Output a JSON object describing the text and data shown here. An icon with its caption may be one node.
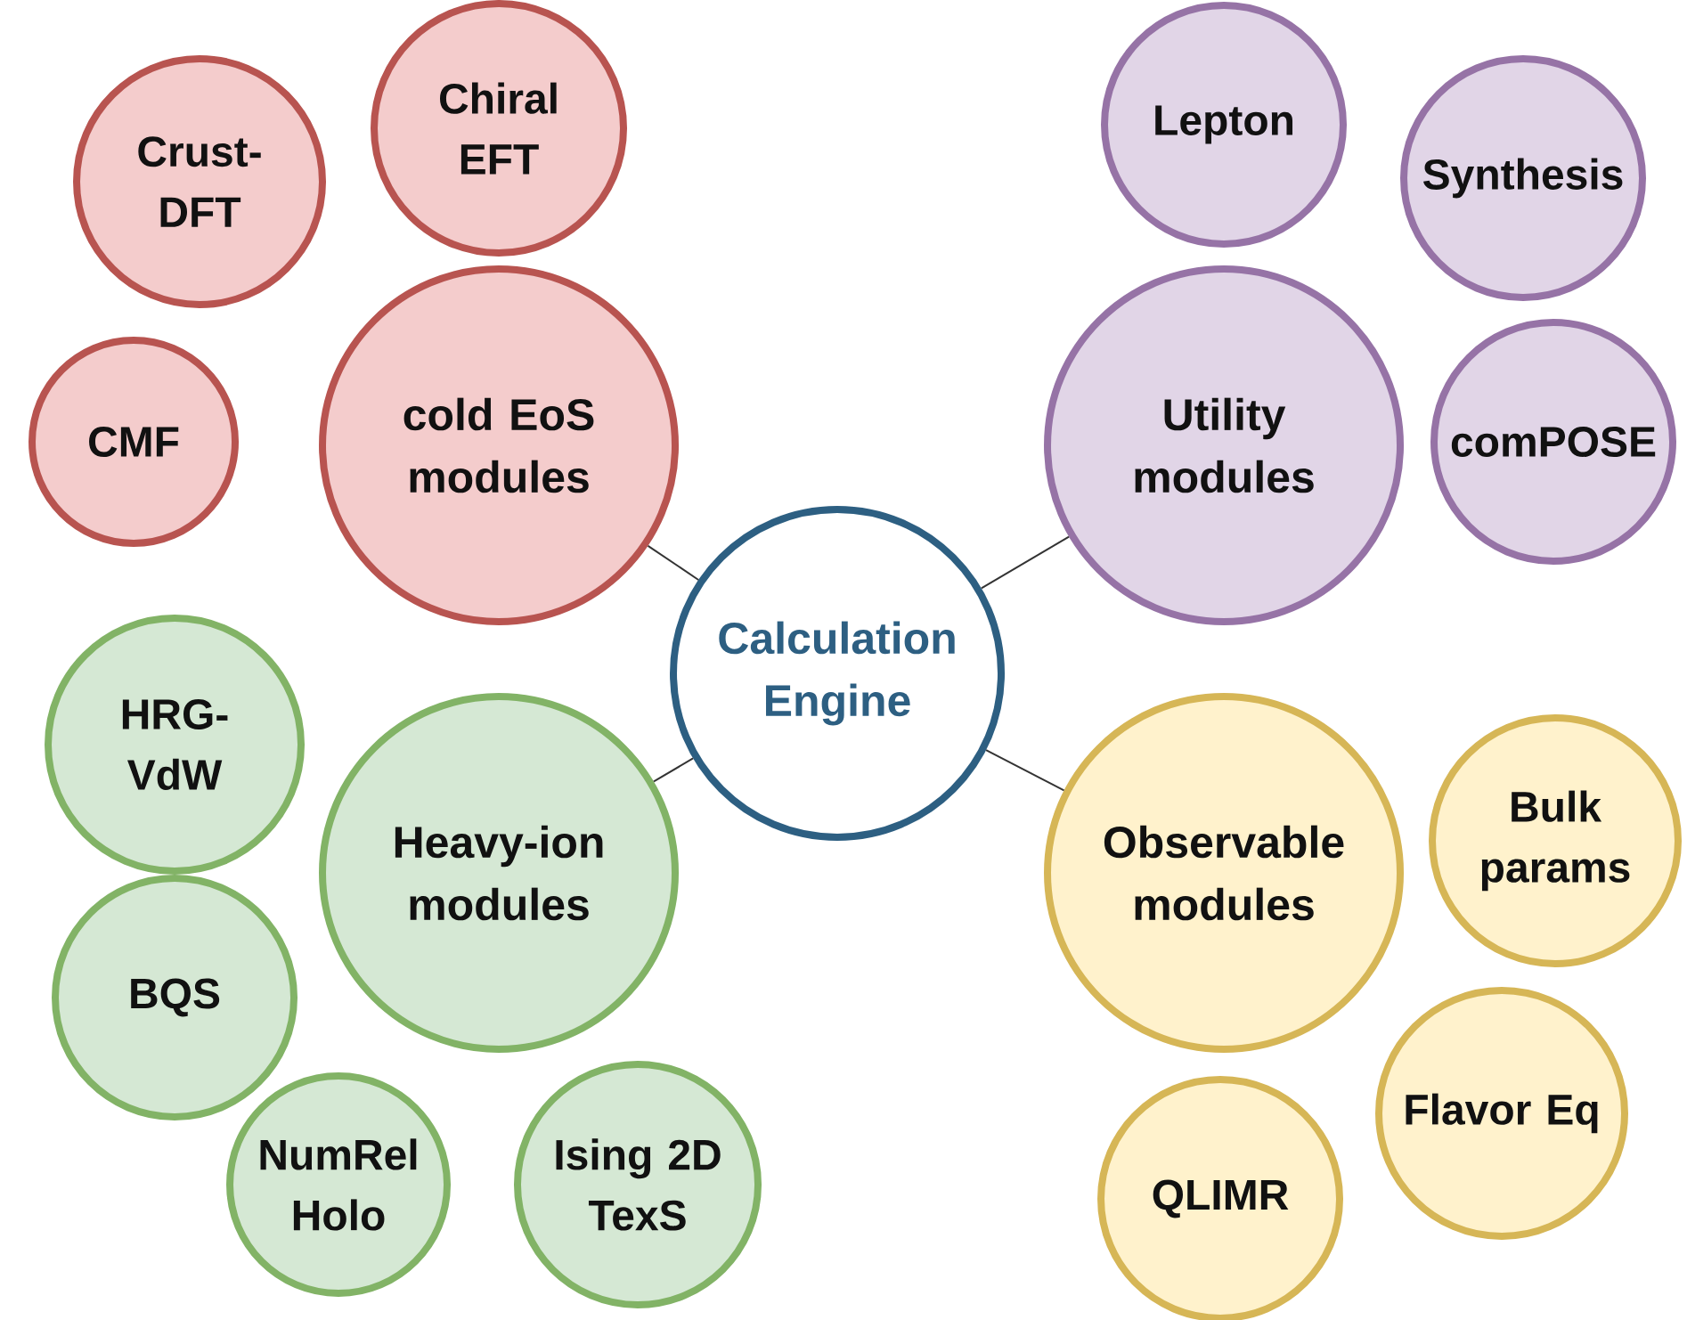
{
  "diagram": {
    "nodes": [
      {
        "text": [
          "Calculation Engine"
        ]
      },
      {
        "text": [
          "cold EoS modules"
        ]
      },
      {
        "text": [
          "Crust-DFT"
        ]
      },
      {
        "text": [
          "Chiral EFT"
        ]
      },
      {
        "text": [
          "CMF"
        ]
      },
      {
        "text": [
          "Utility modules"
        ]
      },
      {
        "text": [
          "Lepton"
        ]
      },
      {
        "text": [
          "Synthesis"
        ]
      },
      {
        "text": [
          "comPOSE"
        ]
      },
      {
        "text": [
          "Heavy-ion modules"
        ]
      },
      {
        "text": [
          "HRG-VdW"
        ]
      },
      {
        "text": [
          "BQS"
        ]
      },
      {
        "text": [
          "NumRel Holo"
        ]
      },
      {
        "text": [
          "Ising 2D TexS"
        ]
      },
      {
        "text": [
          "Observable modules"
        ]
      },
      {
        "text": [
          "Bulk params"
        ]
      },
      {
        "text": [
          "Flavor Eq"
        ]
      },
      {
        "text": [
          "QLIMR"
        ]
      }
    ],
    "edges": [
      {
        "from": 0,
        "to": 1,
        "arrow": "none"
      },
      {
        "from": 0,
        "to": 5,
        "arrow": "none"
      },
      {
        "from": 0,
        "to": 9,
        "arrow": "none"
      },
      {
        "from": 0,
        "to": 14,
        "arrow": "none"
      }
    ]
  }
}
